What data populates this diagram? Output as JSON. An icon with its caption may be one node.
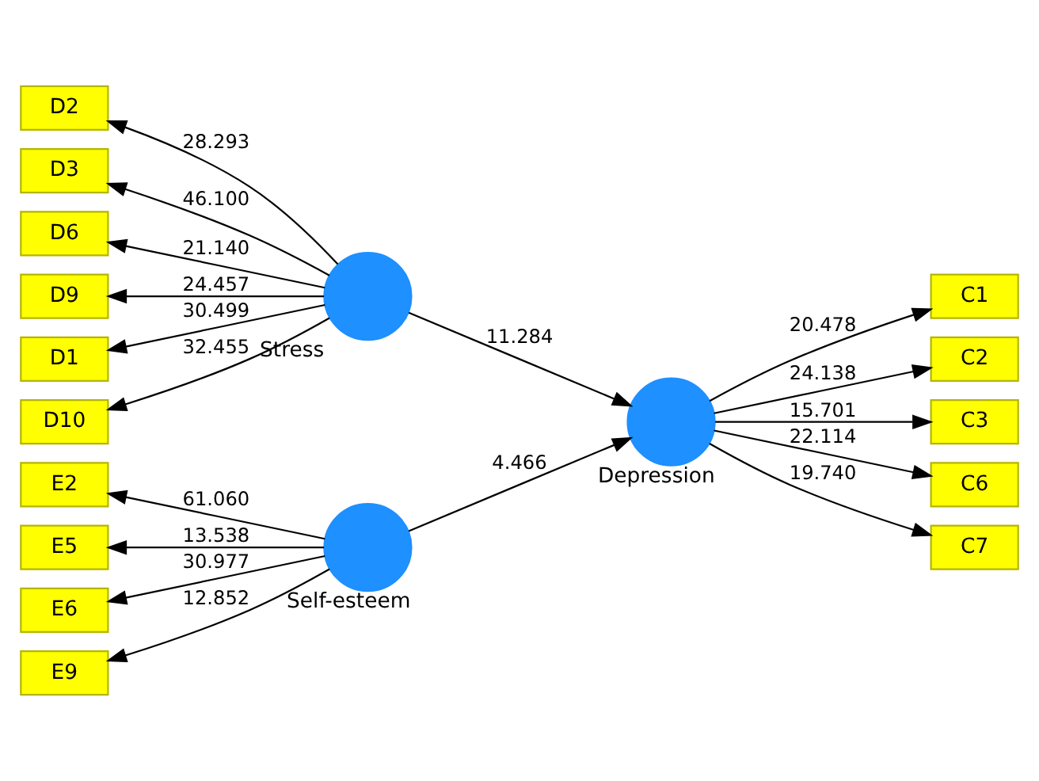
{
  "diagram": {
    "nodes": [
      {
        "text": [
          "E2"
        ]
      },
      {
        "text": [
          "E5"
        ]
      },
      {
        "text": [
          "E6"
        ]
      },
      {
        "text": [
          "E9"
        ]
      },
      {
        "text": [],
        "shape": "circle",
        "beside": [
          "Self-esteem"
        ]
      },
      {
        "text": [
          "D1"
        ]
      },
      {
        "text": [
          "D10"
        ]
      },
      {
        "text": [
          "D2"
        ]
      },
      {
        "text": [
          "D3"
        ]
      },
      {
        "text": [
          "D6"
        ]
      },
      {
        "text": [
          "D9"
        ]
      },
      {
        "text": [],
        "shape": "circle",
        "beside": [
          "Stress"
        ]
      },
      {
        "text": [],
        "shape": "circle",
        "beside": [
          "Depression"
        ]
      },
      {
        "text": [
          "C1"
        ]
      },
      {
        "text": [
          "C2"
        ]
      },
      {
        "text": [
          "C3"
        ]
      },
      {
        "text": [
          "C6"
        ]
      },
      {
        "text": [
          "C7"
        ]
      }
    ],
    "edges": [
      {
        "from": 4,
        "to": 0,
        "arrow": "to",
        "label": "61.060"
      },
      {
        "from": 4,
        "to": 1,
        "arrow": "to",
        "label": "13.538"
      },
      {
        "from": 4,
        "to": 2,
        "arrow": "to",
        "label": "30.977"
      },
      {
        "from": 4,
        "to": 3,
        "arrow": "to",
        "label": "12.852"
      },
      {
        "from": 4,
        "to": 12,
        "arrow": "to",
        "label": "4.466"
      },
      {
        "from": 11,
        "to": 5,
        "arrow": "to",
        "label": "30.499"
      },
      {
        "from": 11,
        "to": 6,
        "arrow": "to",
        "label": "32.455"
      },
      {
        "from": 11,
        "to": 7,
        "arrow": "to",
        "label": "28.293"
      },
      {
        "from": 11,
        "to": 8,
        "arrow": "to",
        "label": "46.100"
      },
      {
        "from": 11,
        "to": 9,
        "arrow": "to",
        "label": "21.140"
      },
      {
        "from": 11,
        "to": 10,
        "arrow": "to",
        "label": "24.457"
      },
      {
        "from": 11,
        "to": 12,
        "arrow": "to",
        "label": "11.284"
      },
      {
        "from": 12,
        "to": 13,
        "arrow": "to",
        "label": "20.478"
      },
      {
        "from": 12,
        "to": 14,
        "arrow": "to",
        "label": "24.138"
      },
      {
        "from": 12,
        "to": 15,
        "arrow": "to",
        "label": "15.701"
      },
      {
        "from": 12,
        "to": 16,
        "arrow": "to",
        "label": "22.114"
      },
      {
        "from": 12,
        "to": 17,
        "arrow": "to",
        "label": "19.740"
      }
    ]
  }
}
